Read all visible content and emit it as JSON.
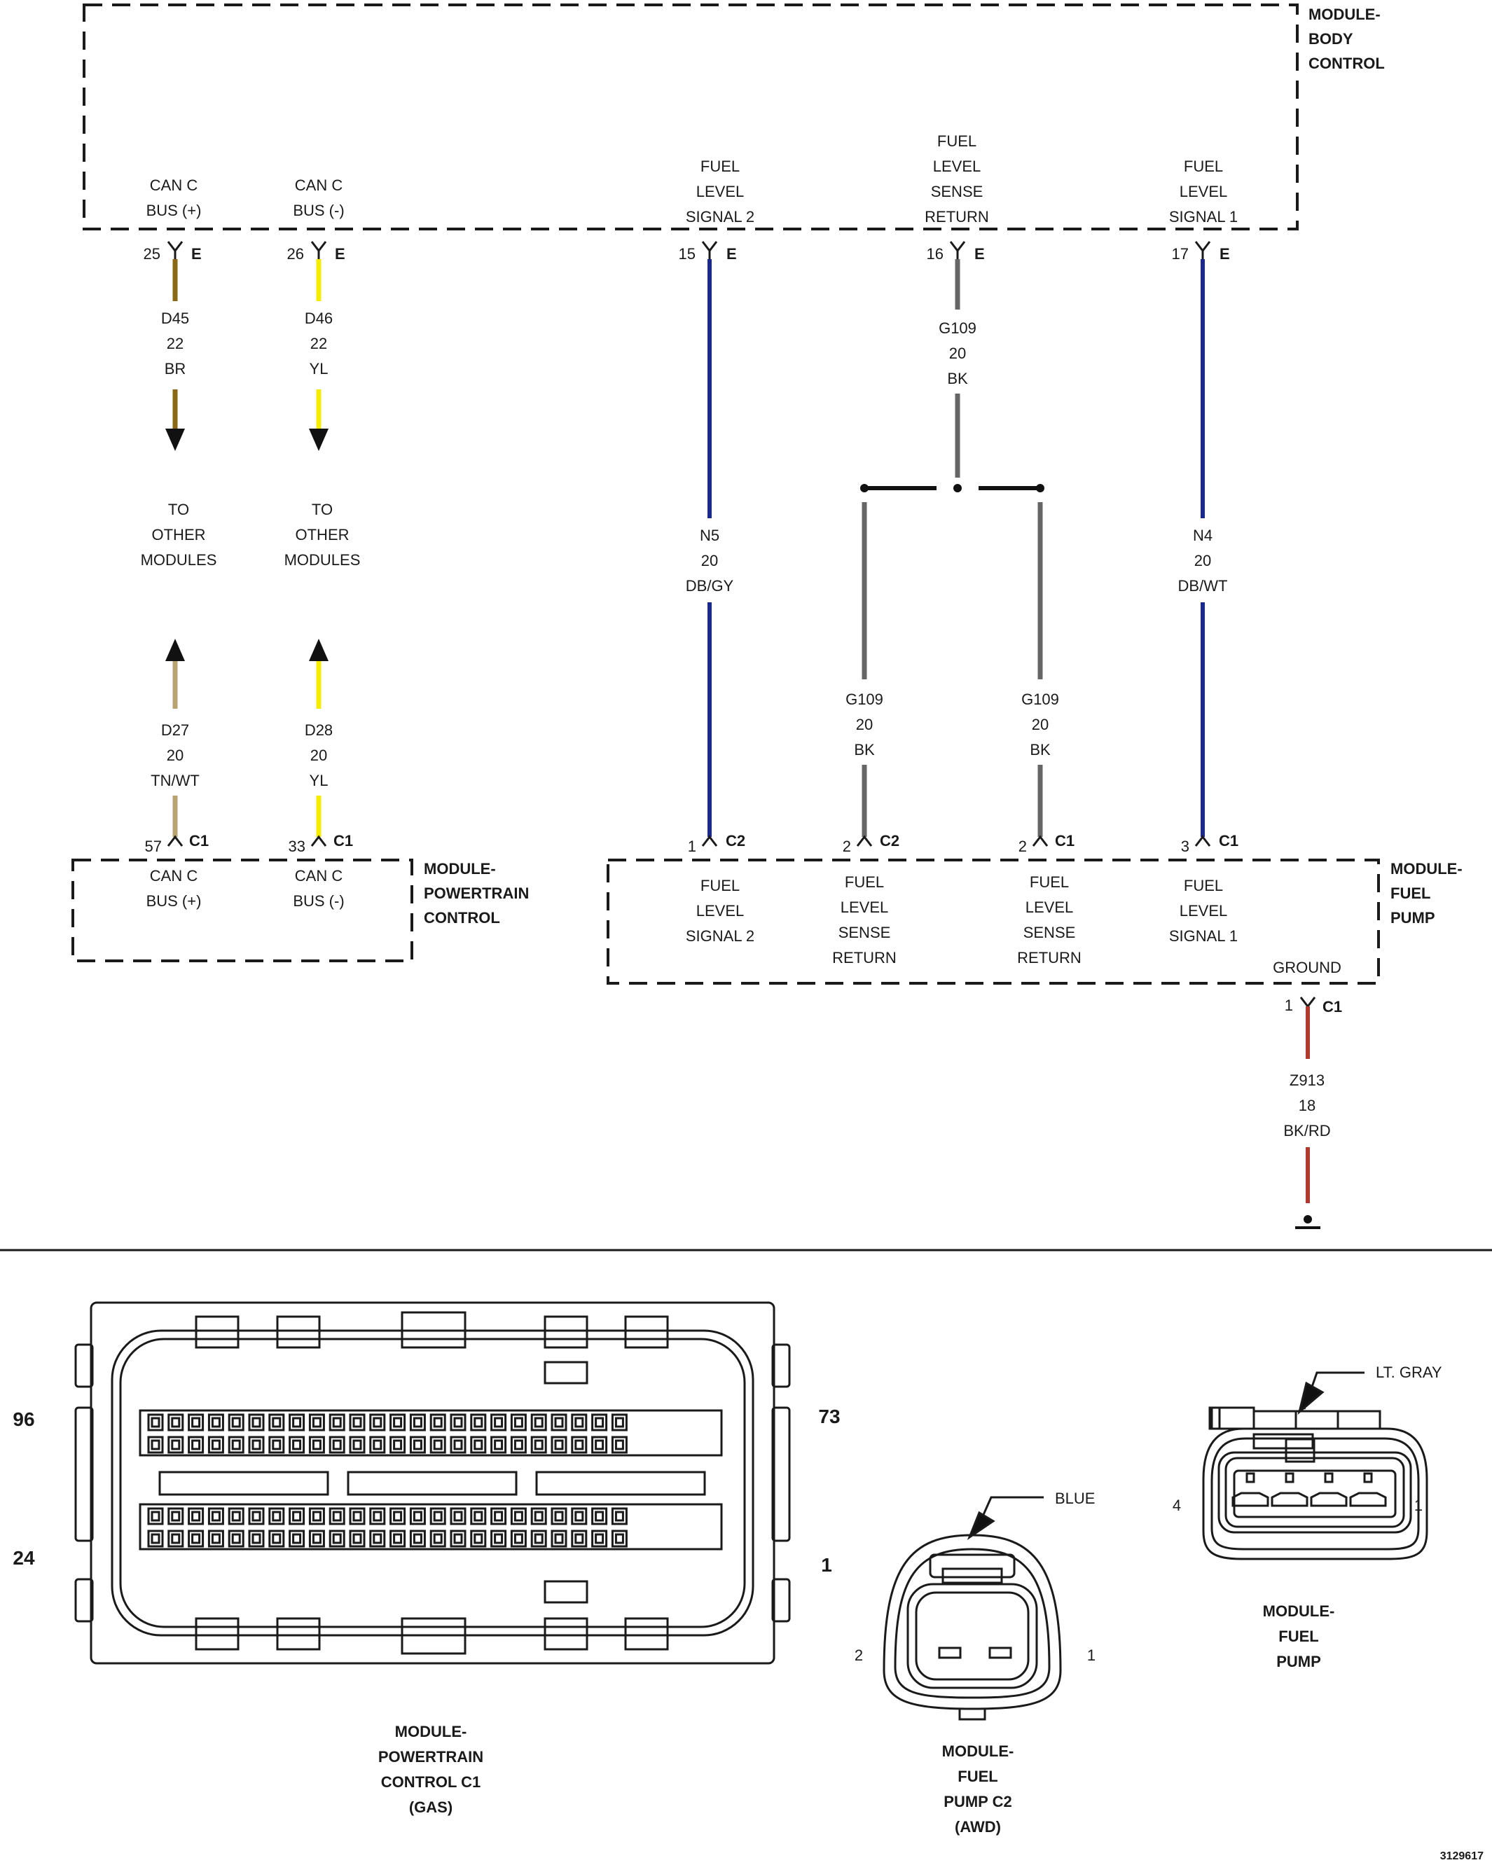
{
  "modules": {
    "body_control": {
      "name": [
        "MODULE-",
        "BODY",
        "CONTROL"
      ]
    },
    "powertrain_control": {
      "name": [
        "MODULE-",
        "POWERTRAIN",
        "CONTROL"
      ]
    },
    "fuel_pump": {
      "name": [
        "MODULE-",
        "FUEL",
        "PUMP"
      ]
    }
  },
  "bcm_pins": [
    {
      "label": [
        "CAN C",
        "BUS (+)"
      ],
      "pin": "25",
      "conn": "E"
    },
    {
      "label": [
        "CAN C",
        "BUS (-)"
      ],
      "pin": "26",
      "conn": "E"
    },
    {
      "label": [
        "FUEL",
        "LEVEL",
        "SIGNAL 2"
      ],
      "pin": "15",
      "conn": "E"
    },
    {
      "label": [
        "FUEL",
        "LEVEL",
        "SENSE",
        "RETURN"
      ],
      "pin": "16",
      "conn": "E"
    },
    {
      "label": [
        "FUEL",
        "LEVEL",
        "SIGNAL 1"
      ],
      "pin": "17",
      "conn": "E"
    }
  ],
  "pcm_pins": [
    {
      "label": [
        "CAN C",
        "BUS (+)"
      ],
      "pin": "57",
      "conn": "C1"
    },
    {
      "label": [
        "CAN C",
        "BUS (-)"
      ],
      "pin": "33",
      "conn": "C1"
    }
  ],
  "fpm_pins": [
    {
      "label": [
        "FUEL",
        "LEVEL",
        "SIGNAL 2"
      ],
      "pin": "1",
      "conn": "C2"
    },
    {
      "label": [
        "FUEL",
        "LEVEL",
        "SENSE",
        "RETURN"
      ],
      "pin": "2",
      "conn": "C2"
    },
    {
      "label": [
        "FUEL",
        "LEVEL",
        "SENSE",
        "RETURN"
      ],
      "pin": "2",
      "conn": "C1"
    },
    {
      "label": [
        "FUEL",
        "LEVEL",
        "SIGNAL 1"
      ],
      "pin": "3",
      "conn": "C1"
    }
  ],
  "ground_pin": {
    "label": "GROUND",
    "pin": "1",
    "conn": "C1"
  },
  "wires": {
    "d45": [
      "D45",
      "22",
      "BR"
    ],
    "d46": [
      "D46",
      "22",
      "YL"
    ],
    "d27": [
      "D27",
      "20",
      "TN/WT"
    ],
    "d28": [
      "D28",
      "20",
      "YL"
    ],
    "n5": [
      "N5",
      "20",
      "DB/GY"
    ],
    "n4": [
      "N4",
      "20",
      "DB/WT"
    ],
    "g109_top": [
      "G109",
      "20",
      "BK"
    ],
    "g109_left": [
      "G109",
      "20",
      "BK"
    ],
    "g109_right": [
      "G109",
      "20",
      "BK"
    ],
    "z913": [
      "Z913",
      "18",
      "BK/RD"
    ]
  },
  "to_other": [
    "TO",
    "OTHER",
    "MODULES"
  ],
  "colors": {
    "br": "#8b6914",
    "yl": "#f5ec00",
    "tnwt": "#b8a270",
    "db": "#1a2a8a",
    "bk": "#666666",
    "bkrd": "#b03a2e",
    "line": "#1a1a1a"
  },
  "connectors": {
    "pcm_c1": {
      "title": [
        "MODULE-",
        "POWERTRAIN",
        "CONTROL C1",
        "(GAS)"
      ],
      "pins": {
        "top_left": "96",
        "bottom_left": "24",
        "top_right": "73",
        "bottom_right": "1"
      }
    },
    "fpm_c2": {
      "title": [
        "MODULE-",
        "FUEL",
        "PUMP C2",
        "(AWD)"
      ],
      "color": "BLUE",
      "pins": {
        "left": "2",
        "right": "1"
      }
    },
    "fpm": {
      "title": [
        "MODULE-",
        "FUEL",
        "PUMP"
      ],
      "color": "LT. GRAY",
      "pins": {
        "left": "4",
        "right": "1"
      }
    }
  },
  "figure_id": "3129617"
}
